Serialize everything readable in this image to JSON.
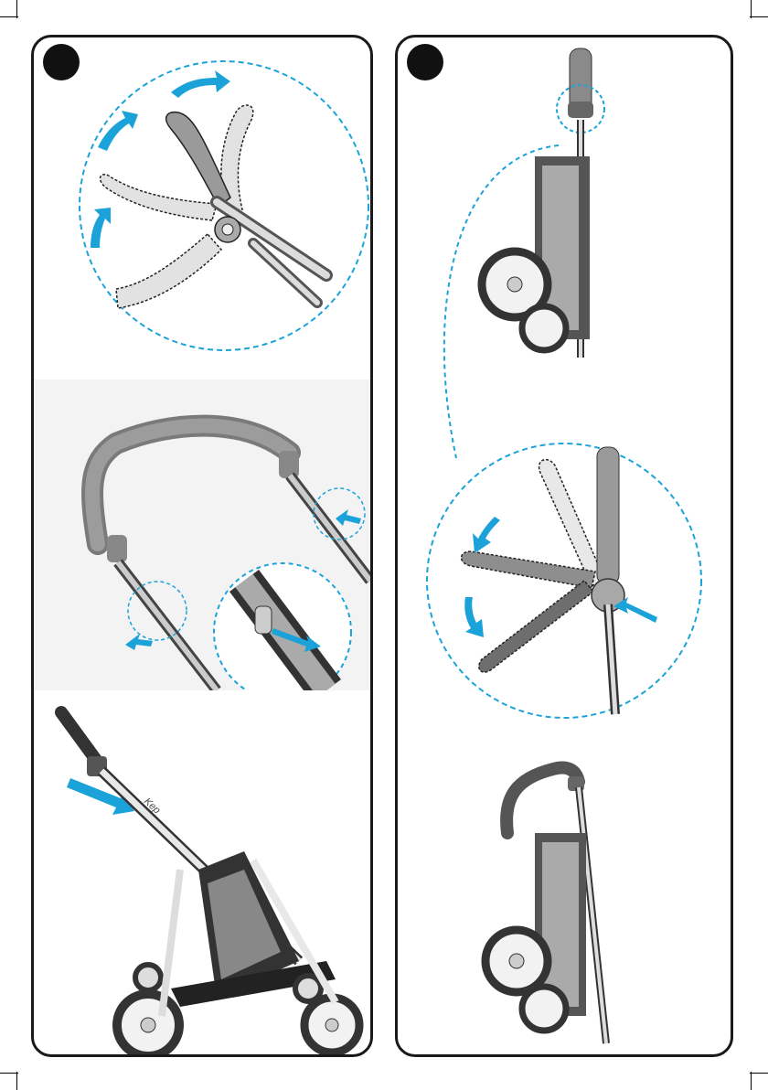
{
  "page": {
    "step_numbers": [
      "",
      ""
    ],
    "colors": {
      "accent": "#1ba3d9",
      "frame": "#1a1a1a",
      "handle": "#8a8a8a",
      "ghost": "#e2e2e2",
      "photo_bg": "#f3f3f3"
    }
  },
  "left_panel": {
    "illustrations": [
      {
        "name": "handle-rotation-detail",
        "icon": "rotate-arrows-icon"
      },
      {
        "name": "handle-release-buttons-photo",
        "icon": "push-arrow-icon"
      },
      {
        "name": "stroller-push-forward-photo",
        "icon": "motion-arrow-icon"
      }
    ],
    "brand_mark": "Kep"
  },
  "right_panel": {
    "illustrations": [
      {
        "name": "folded-stroller-handle-up",
        "icon": "zoom-callout-icon"
      },
      {
        "name": "handle-fold-detail",
        "icon": "fold-arrows-icon"
      },
      {
        "name": "folded-stroller-handle-folded",
        "icon": "stroller-icon"
      }
    ]
  }
}
